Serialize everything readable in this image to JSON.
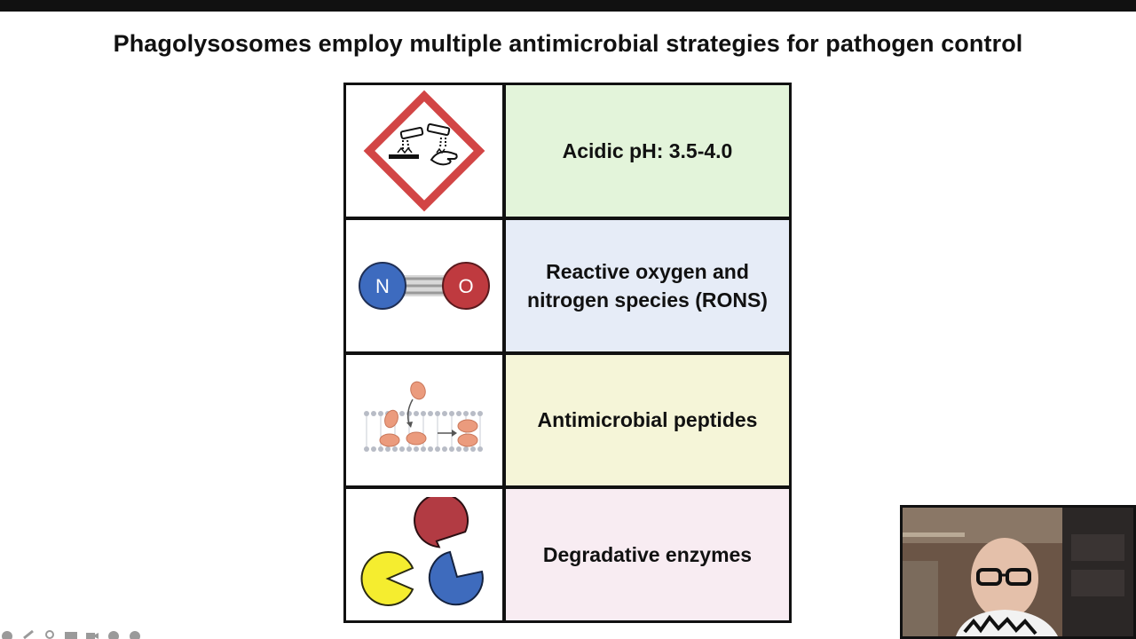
{
  "slide": {
    "title": "Phagolysosomes employ multiple antimicrobial strategies for pathogen control",
    "rows": [
      {
        "icon": "corrosive-hazard-icon",
        "label": "Acidic pH: 3.5-4.0",
        "bg": "#e3f4da"
      },
      {
        "icon": "nitric-oxide-molecule-icon",
        "label": "Reactive oxygen and nitrogen species (RONS)",
        "bg": "#e6ecf7",
        "atom_left": "N",
        "atom_right": "O"
      },
      {
        "icon": "membrane-peptides-icon",
        "label": "Antimicrobial peptides",
        "bg": "#f5f5d8"
      },
      {
        "icon": "enzymes-pacman-icon",
        "label": "Degradative enzymes",
        "bg": "#f8ecf2"
      }
    ]
  },
  "colors": {
    "hazard_red": "#d24545",
    "nitrogen_blue": "#3d6bbf",
    "oxygen_red": "#bf3a3f",
    "peptide_orange": "#eb9b7d",
    "enzyme_yellow": "#f5ed2f",
    "enzyme_red": "#b23b43",
    "enzyme_blue": "#3e6bbd"
  },
  "video_controls": [
    "play-icon",
    "pen-icon",
    "search-icon",
    "cc-icon",
    "camera-icon",
    "more-icon",
    "next-icon"
  ]
}
